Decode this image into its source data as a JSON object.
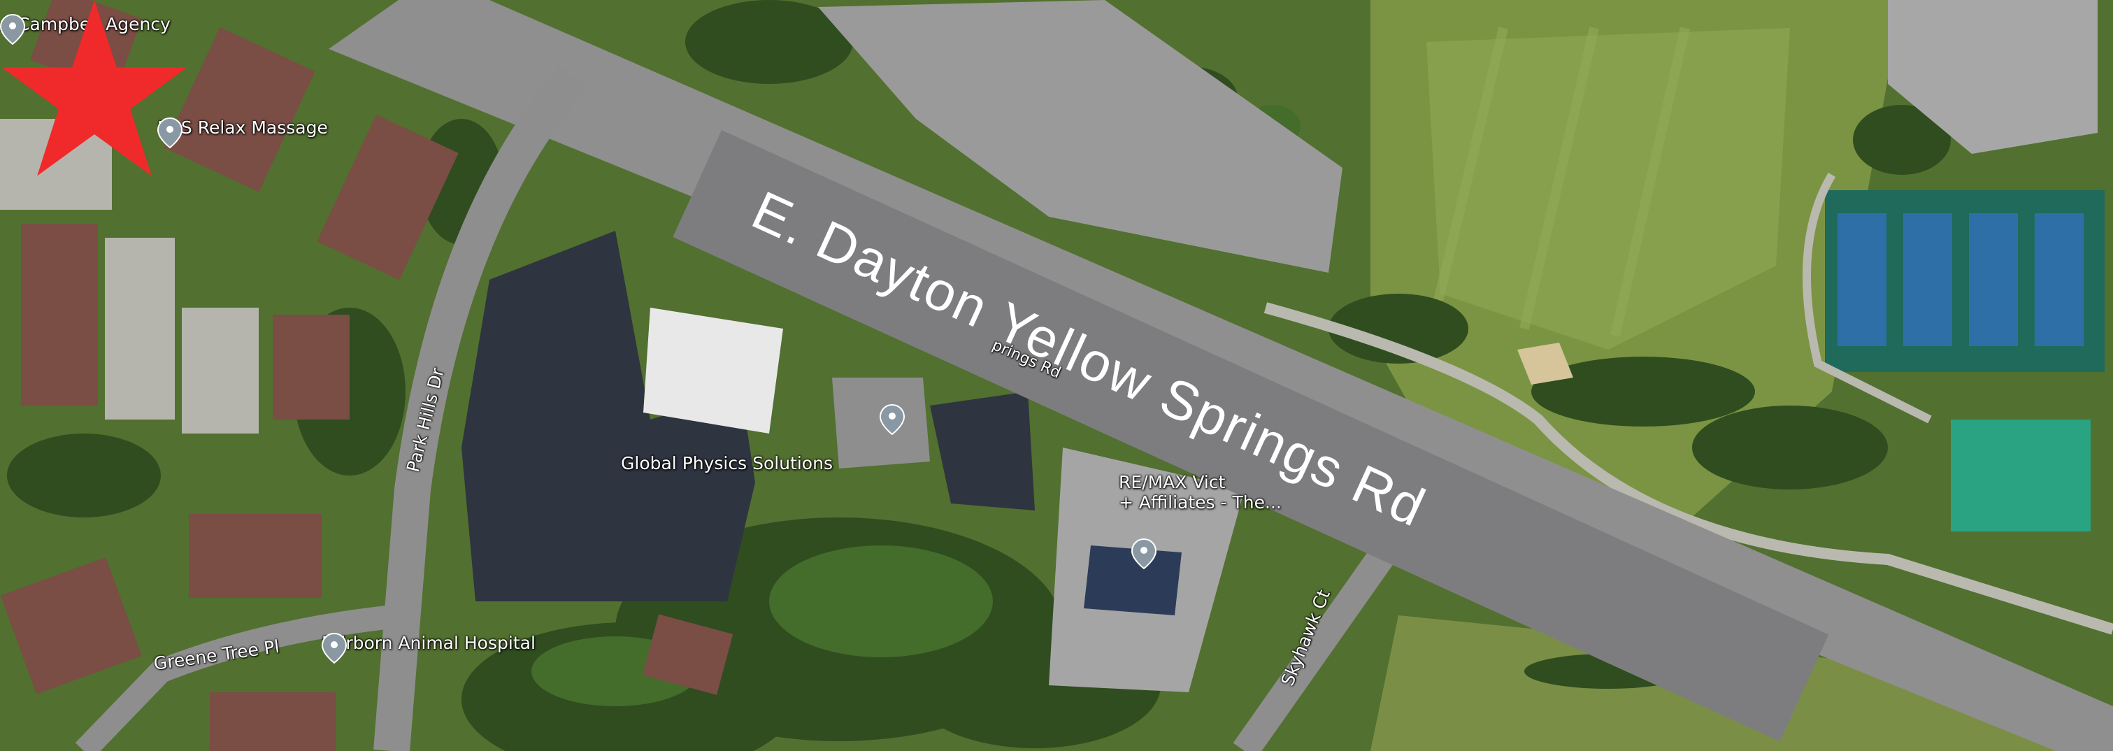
{
  "map": {
    "main_road_banner": "E. Dayton Yellow Springs Rd",
    "street_labels": {
      "park_hills": "Park Hills Dr",
      "greene_tree": "Greene Tree Pl",
      "skyhawk": "Skyhawk Ct",
      "springs_partial": "prings Rd"
    },
    "pois": {
      "campbell": "A Campbell Agency",
      "massage": "F&S Relax Massage",
      "global_physics": "Global Physics Solutions",
      "remax_line1": "RE/MAX Vict",
      "remax_line2": "+ Affiliates - The...",
      "animal_hospital": "Fairborn Animal Hospital"
    },
    "icons": {
      "pin": "map-pin-icon",
      "marker": "star-marker-icon"
    },
    "colors": {
      "star": "#f02a2a",
      "banner": "#7d7d7f",
      "pin": "#8a98a3",
      "road": "#9a9a9a",
      "court": "#2f6fa8"
    }
  }
}
